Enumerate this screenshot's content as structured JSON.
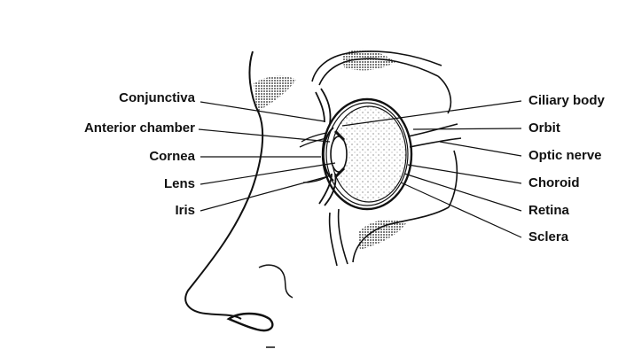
{
  "labels_left": [
    "Conjunctiva",
    "Anterior chamber",
    "Cornea",
    "Lens",
    "Iris"
  ],
  "labels_right": [
    "Ciliary body",
    "Orbit",
    "Optic nerve",
    "Choroid",
    "Retina",
    "Sclera"
  ],
  "colors": {
    "line": "#111111",
    "stipple": "#555555",
    "background": "#ffffff"
  }
}
